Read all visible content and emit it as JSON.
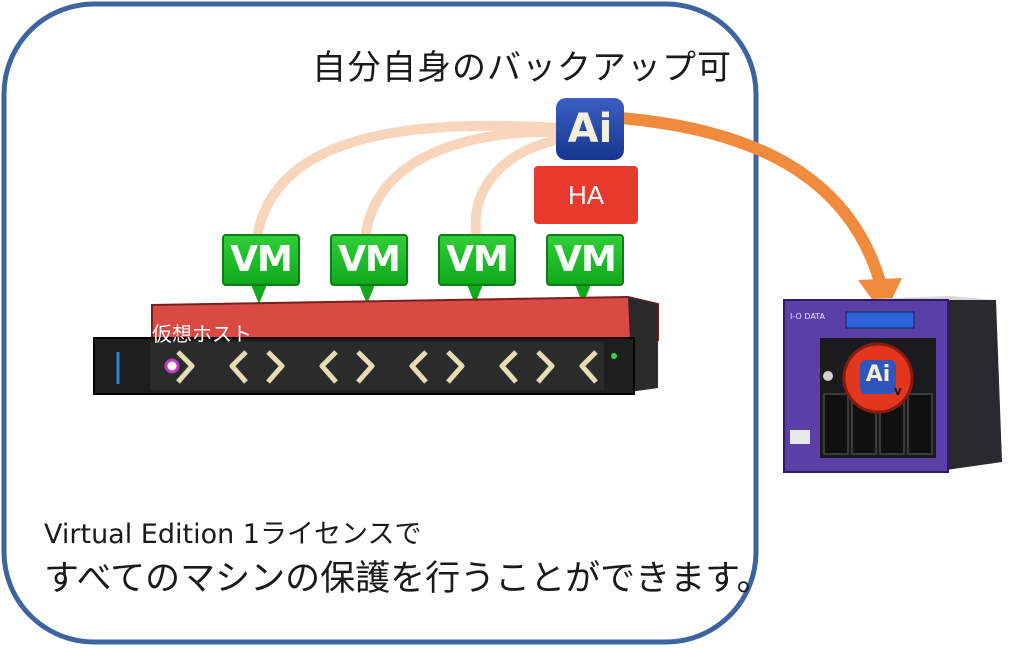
{
  "diagram": {
    "title": "自分自身のバックアップ可",
    "app_icon_text": "Ai",
    "ha_label": "HA",
    "vm_label": "VM",
    "host_label": "仮想ホスト",
    "nas_badge_text": "Ai",
    "nas_badge_sub": "v",
    "nas_brand_text": "I-O DATA",
    "caption_line1": "Virtual Edition 1ライセンスで",
    "caption_line2": "すべてのマシンの保護を行うことができます。"
  },
  "colors": {
    "frame_border": "#3b64a0",
    "vm_green": "#1ab925",
    "host_red": "#d94a45",
    "ha_red": "#e8392e",
    "arrow_orange": "#f08a3c",
    "nas_purple": "#5a3fa6"
  }
}
